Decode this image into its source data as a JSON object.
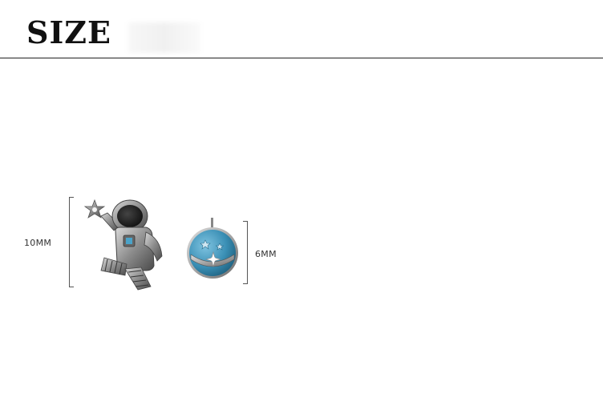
{
  "header": {
    "title": "SIZE"
  },
  "dimensions": {
    "astronaut_height": "10MM",
    "planet_diameter": "6MM"
  },
  "colors": {
    "title_text": "#111111",
    "rule_line": "#222222",
    "enamel_blue": "#3a8fb5",
    "silver": "#9a9a9a",
    "dark_visor": "#1c1c1c"
  },
  "products": [
    {
      "icon": "astronaut-earring-icon"
    },
    {
      "icon": "planet-earring-icon"
    }
  ]
}
